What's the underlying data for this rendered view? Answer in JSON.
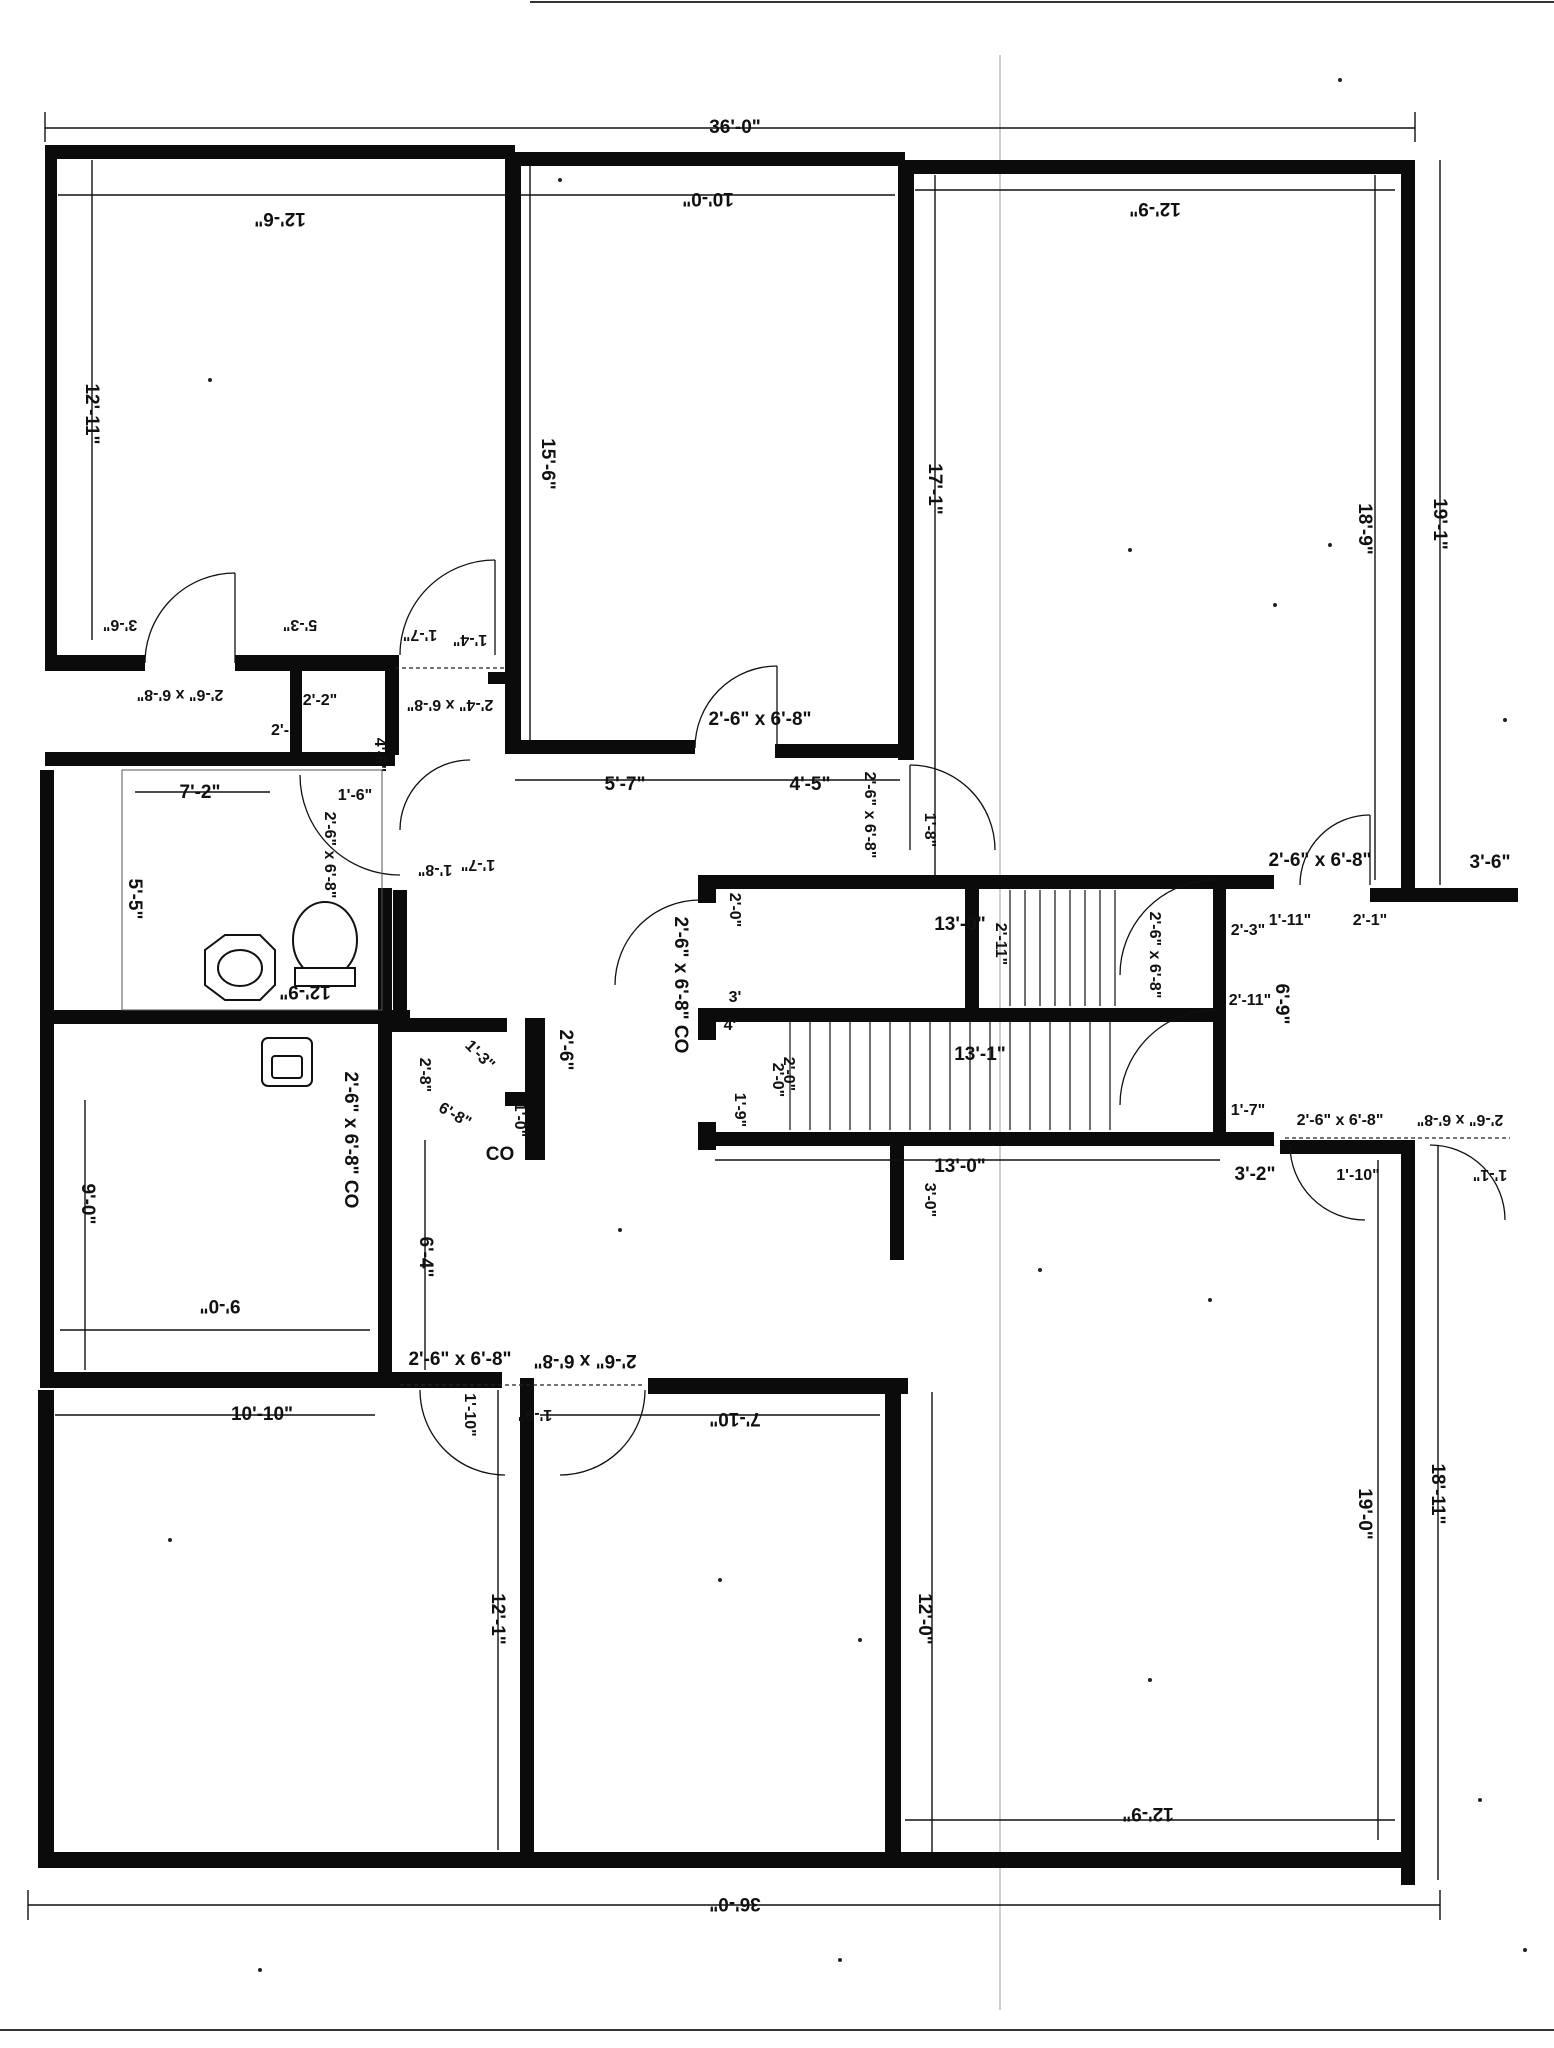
{
  "plan": {
    "overall": {
      "top_width": "36'-0\"",
      "bottom_width": "36'-0\""
    },
    "rooms": {
      "bedroom_nw": {
        "width": "12'-6\"",
        "depth": "12'-11\""
      },
      "bedroom_n": {
        "width": "10'-0\"",
        "depth": "15'-6\"",
        "depth2": "17'-1\""
      },
      "bedroom_ne": {
        "width": "12'-9\"",
        "depth": "18'-9\"",
        "depth2": "19'-1\""
      },
      "bedroom_sw": {
        "width": "10'-10\"",
        "depth": "12'-1\""
      },
      "bedroom_s": {
        "width": "7'-10\"",
        "depth": "12'-0\""
      },
      "room_se": {
        "width": "12'-9\"",
        "depth": "19'-0\"",
        "depth2": "18'-11\""
      },
      "bathroom": {
        "width": "7'-2\"",
        "depth": "5'-5\"",
        "tub": "12'-9\""
      },
      "kitchen": {
        "width": "9'-0\"",
        "depth": "9'-0\""
      },
      "stair_upper": {
        "run": "13'-0\"",
        "width": "2'-11\""
      },
      "stair_lower": {
        "run": "13'-1\"",
        "width": "2'-0\""
      }
    },
    "labels": {
      "l_3_6": "3'-6\"",
      "l_5_3": "5'-3\"",
      "l_1_7": "1'-7\"",
      "l_1_4": "1'-4\"",
      "l_door_closet": "2'-6\" x 6'-8\"",
      "l_2_2": "2'-2\"",
      "l_2_x": "2'-",
      "l_door_bath": "2'-4\" x 6'-8\"",
      "l_4_8": "4'-8\"",
      "l_door_bed2": "2'-6\" x 6'-8\"",
      "l_5_7": "5'-7\"",
      "l_4_5": "4'-5\"",
      "l_door_ne_side": "2'-6\" x 6'-8\"",
      "l_1_8": "1'-8\"",
      "l_1_6": "1'-6\"",
      "l_door_hall": "2'-6\" x 6'-8\"",
      "l_1_8b": "1'-8\"",
      "l_1_7b": "1'-7\"",
      "l_2_0": "2'-0\"",
      "l_door_ne": "2'-6\" x 6'-8\"",
      "l_3_6b": "3'-6\"",
      "l_1_11": "1'-11\"",
      "l_2_1": "2'-1\"",
      "l_2_3": "2'-3\"",
      "l_6_9": "6'-9\"",
      "l_2_11": "2'-11\"",
      "l_door_stair": "2'-6\" x 6'-8\"",
      "l_door_co": "2'-6\" x 6'-8\" CO",
      "l_door_co2": "2'-6\" x 6'-8\" CO",
      "l_4": "4'",
      "l_3": "3'",
      "l_2_0b": "2'-0\"",
      "l_1_9": "1'-9\"",
      "l_13_0b": "13'-0\"",
      "l_3_0": "3'-0\"",
      "l_3_2": "3'-2\"",
      "l_1_10": "1'-10\"",
      "l_1_1": "1'-1\"",
      "l_1_7c": "1'-7\"",
      "l_door_se": "2'-6\" x 6'-8\"",
      "l_door_se2": "2'-6\" x 6'-8\"",
      "l_2_6": "2'-6\"",
      "l_1_3": "1'-3\"",
      "l_6_8": "6'-8\"",
      "l_co": "CO",
      "l_1_0": "1'-0\"",
      "l_6_4": "6'-4\"",
      "l_door_sw": "2'-6\" x 6'-8\"",
      "l_door_s": "2'-6\" x 6'-8\"",
      "l_1_10b": "1'-10\"",
      "l_1_9b": "1'-9\"",
      "l_2_8": "2'-8\""
    }
  }
}
